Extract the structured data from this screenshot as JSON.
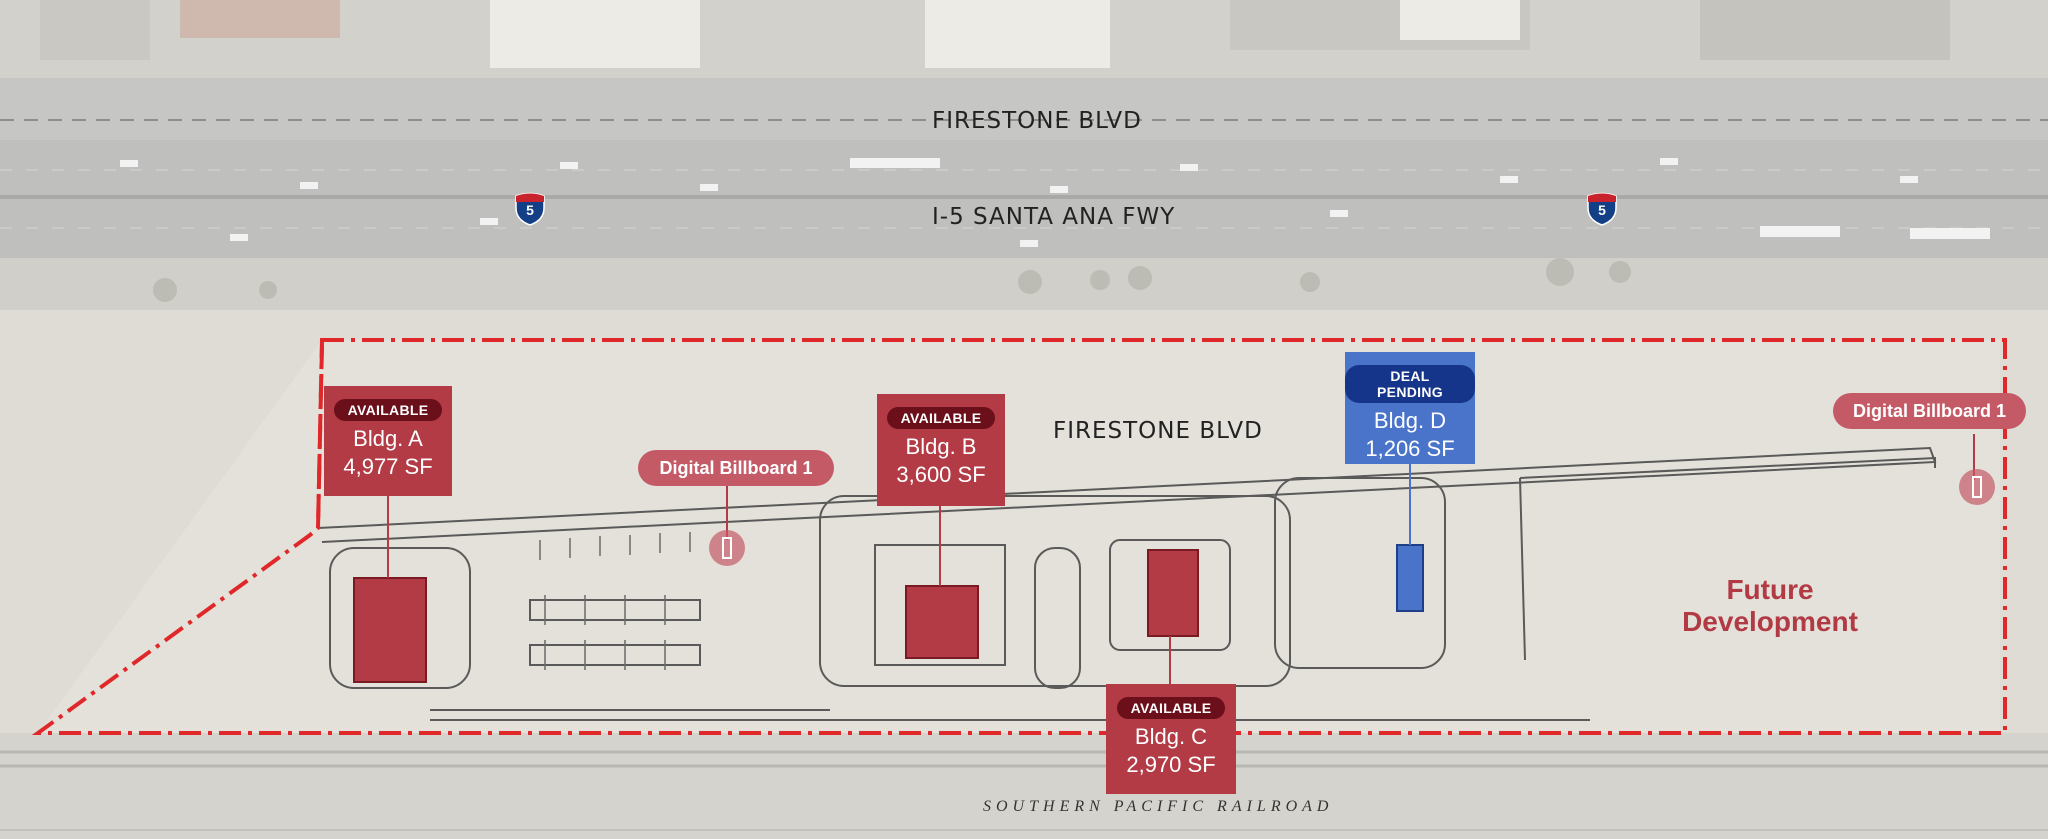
{
  "map": {
    "roads": {
      "firestone_top": "FIRESTONE BLVD",
      "freeway": "I-5 SANTA ANA FWY",
      "firestone_site": "FIRESTONE BLVD",
      "railroad": "SOUTHERN PACIFIC RAILROAD"
    },
    "shields": [
      {
        "label": "5",
        "icon": "interstate-shield-icon"
      },
      {
        "label": "5",
        "icon": "interstate-shield-icon"
      }
    ],
    "buildings": [
      {
        "status": "AVAILABLE",
        "name": "Bldg. A",
        "area": "4,977 SF"
      },
      {
        "status": "AVAILABLE",
        "name": "Bldg. B",
        "area": "3,600 SF"
      },
      {
        "status": "AVAILABLE",
        "name": "Bldg. C",
        "area": "2,970 SF"
      },
      {
        "status": "DEAL PENDING",
        "name": "Bldg. D",
        "area": "1,206 SF"
      }
    ],
    "billboards": [
      {
        "label": "Digital Billboard 1"
      },
      {
        "label": "Digital Billboard 1"
      }
    ],
    "future": {
      "line1": "Future",
      "line2": "Development"
    },
    "colors": {
      "available": "#b23b45",
      "available_tag": "#6b0f1a",
      "pending": "#4a74c9",
      "pending_tag": "#15358a",
      "boundary": "#e0282a",
      "billboard": "#c45a66"
    }
  }
}
